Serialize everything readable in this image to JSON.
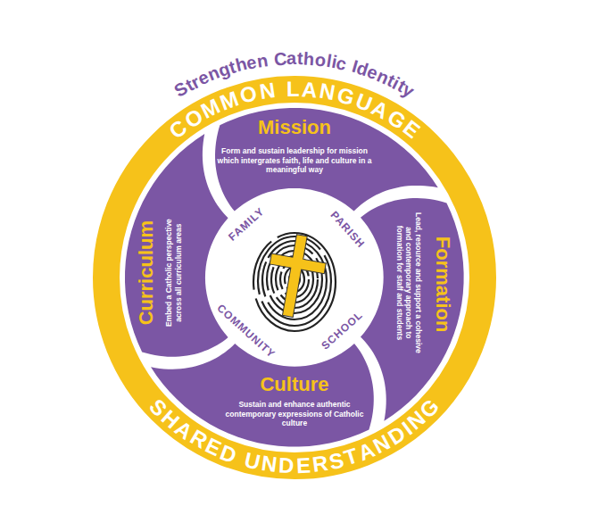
{
  "diagram": {
    "title": "Strengthen Catholic Identity",
    "nodes": [
      {
        "text": [
          "COMMON LANGUAGE",
          "SHARED UNDERSTANDING"
        ]
      },
      {
        "text": [
          "Mission",
          "Form and sustain leadership for mission which intergrates faith, life and culture in a meaningful way"
        ],
        "in": 0
      },
      {
        "text": [
          "Formation",
          "Lead, resource and support a cohesive and contemporary approach to formation for staff and students"
        ],
        "in": 0
      },
      {
        "text": [
          "Culture",
          "Sustain and enhance authentic contemporary expressions of Catholic culture"
        ],
        "in": 0
      },
      {
        "text": [
          "Curriculum",
          "Embed a Catholic perspective across all curriculum areas"
        ],
        "in": 0
      }
    ],
    "labels": [
      "FAMILY",
      "PARISH",
      "COMMUNITY",
      "SCHOOL"
    ]
  }
}
